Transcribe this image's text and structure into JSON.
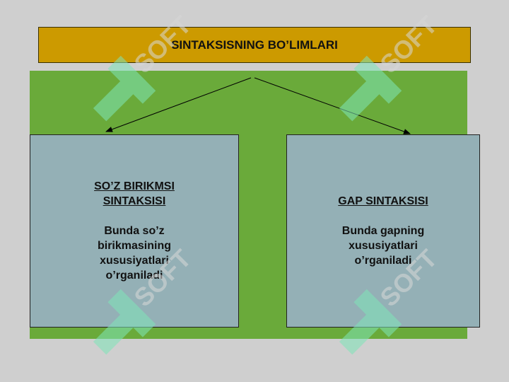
{
  "title": "SINTAKSISNING BO’LIMLARI",
  "colors": {
    "background": "#cfcfcf",
    "title_fill": "#cc9a00",
    "panel_fill": "#6aaa3a",
    "box_fill": "#94b0b6",
    "watermark": "#7fe6b8"
  },
  "left_box": {
    "heading": "SO’Z BIRIKMSI \nSINTAKSISI",
    "body": "Bunda so’z\nbirikmasining\nxususiyatlari\no’rganiladi"
  },
  "right_box": {
    "heading": "GAP SINTAKSISI",
    "body": "Bunda gapning\nxususiyatlari\no’rganiladi"
  },
  "watermark": {
    "text": "SOFT"
  }
}
